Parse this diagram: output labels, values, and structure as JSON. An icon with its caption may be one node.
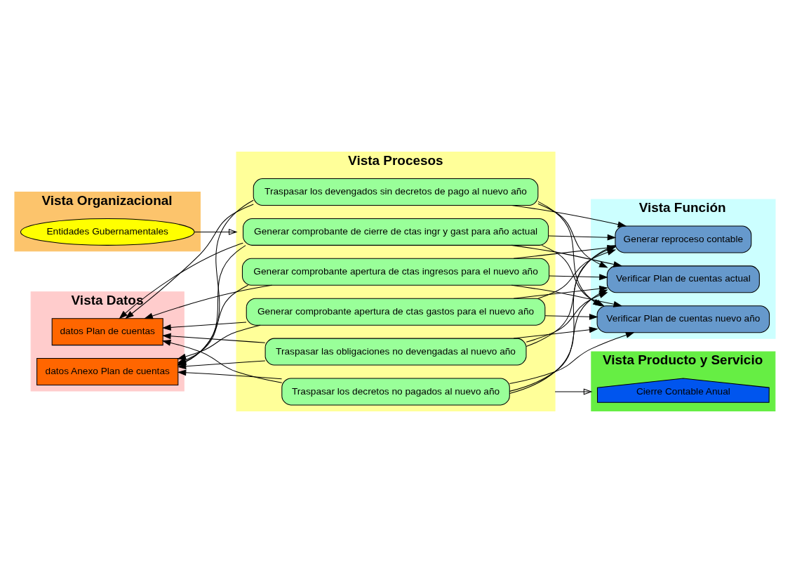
{
  "diagram": {
    "nodes": [
      {
        "text": [
          "Vista Organizacional"
        ]
      },
      {
        "text": [
          "Entidades Gubernamentales"
        ],
        "in": 0
      },
      {
        "text": [
          "Vista Procesos"
        ]
      },
      {
        "text": [
          "Generar comprobante de cierre de ctas ingr y gast para año actual"
        ],
        "in": 2
      },
      {
        "text": [
          "Generar comprobante apertura de ctas ingresos para el nuevo año"
        ],
        "in": 2
      },
      {
        "text": [
          "Generar comprobante apertura de ctas gastos para el nuevo año"
        ],
        "in": 2
      },
      {
        "text": [
          "Traspasar las obligaciones no devengadas al nuevo año"
        ],
        "in": 2
      },
      {
        "text": [
          "Traspasar los devengados sin decretos de pago al nuevo año"
        ],
        "in": 2
      },
      {
        "text": [
          "Traspasar los decretos no pagados al nuevo año"
        ],
        "in": 2
      },
      {
        "text": [
          "Vista Datos"
        ]
      },
      {
        "text": [
          "datos Plan de cuentas"
        ],
        "in": 9
      },
      {
        "text": [
          "datos Anexo Plan de cuentas"
        ],
        "in": 9
      },
      {
        "text": [
          "Vista Función"
        ]
      },
      {
        "text": [
          "Verificar Plan de cuentas actual"
        ],
        "in": 12
      },
      {
        "text": [
          "Verificar Plan de cuentas nuevo año"
        ],
        "in": 12
      },
      {
        "text": [
          "Generar reproceso contable"
        ],
        "in": 12
      },
      {
        "text": [
          "Vista Producto y Servicio"
        ]
      },
      {
        "text": [
          "Cierre Contable Anual"
        ],
        "in": 16
      }
    ],
    "edges": [
      {
        "from": 1,
        "to": 2,
        "arrow": "to"
      },
      {
        "from": 3,
        "to": 10,
        "arrow": "to"
      },
      {
        "from": 4,
        "to": 10,
        "arrow": "to"
      },
      {
        "from": 5,
        "to": 10,
        "arrow": "to"
      },
      {
        "from": 6,
        "to": 10,
        "arrow": "to"
      },
      {
        "from": 7,
        "to": 10,
        "arrow": "to"
      },
      {
        "from": 8,
        "to": 10,
        "arrow": "to"
      },
      {
        "from": 3,
        "to": 11,
        "arrow": "to"
      },
      {
        "from": 4,
        "to": 11,
        "arrow": "to"
      },
      {
        "from": 5,
        "to": 11,
        "arrow": "to"
      },
      {
        "from": 6,
        "to": 11,
        "arrow": "to"
      },
      {
        "from": 7,
        "to": 11,
        "arrow": "to"
      },
      {
        "from": 8,
        "to": 11,
        "arrow": "to"
      },
      {
        "from": 3,
        "to": 13,
        "arrow": "to"
      },
      {
        "from": 4,
        "to": 13,
        "arrow": "to"
      },
      {
        "from": 5,
        "to": 13,
        "arrow": "to"
      },
      {
        "from": 6,
        "to": 13,
        "arrow": "to"
      },
      {
        "from": 7,
        "to": 13,
        "arrow": "to"
      },
      {
        "from": 8,
        "to": 13,
        "arrow": "to"
      },
      {
        "from": 3,
        "to": 14,
        "arrow": "to"
      },
      {
        "from": 4,
        "to": 14,
        "arrow": "to"
      },
      {
        "from": 5,
        "to": 14,
        "arrow": "to"
      },
      {
        "from": 6,
        "to": 14,
        "arrow": "to"
      },
      {
        "from": 7,
        "to": 14,
        "arrow": "to"
      },
      {
        "from": 8,
        "to": 14,
        "arrow": "to"
      },
      {
        "from": 3,
        "to": 15,
        "arrow": "to"
      },
      {
        "from": 4,
        "to": 15,
        "arrow": "to"
      },
      {
        "from": 5,
        "to": 15,
        "arrow": "to"
      },
      {
        "from": 6,
        "to": 15,
        "arrow": "to"
      },
      {
        "from": 7,
        "to": 15,
        "arrow": "to"
      },
      {
        "from": 8,
        "to": 15,
        "arrow": "to"
      },
      {
        "from": 2,
        "to": 16,
        "arrow": "to"
      }
    ]
  }
}
